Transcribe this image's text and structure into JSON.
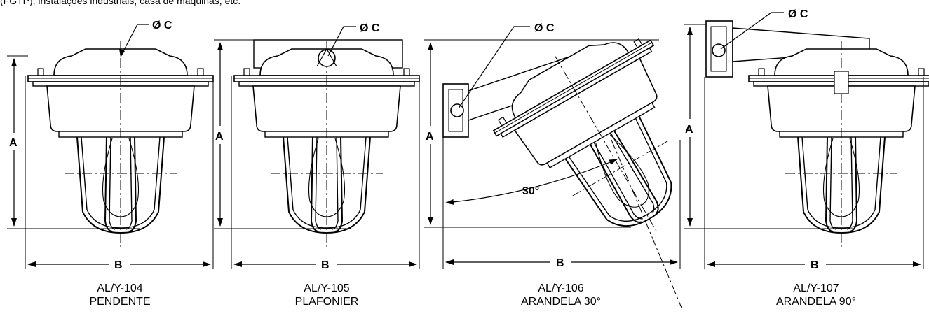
{
  "intro_text": "(FGTP), instalações industriais, casa de máquinas, etc.",
  "dimension_labels": {
    "height": "A",
    "width": "B",
    "diameter": "Ø C",
    "angle": "30°"
  },
  "fixtures": [
    {
      "code": "AL/Y-104",
      "mount": "PENDENTE"
    },
    {
      "code": "AL/Y-105",
      "mount": "PLAFONIER"
    },
    {
      "code": "AL/Y-106",
      "mount": "ARANDELA 30°"
    },
    {
      "code": "AL/Y-107",
      "mount": "ARANDELA 90°"
    }
  ],
  "colors": {
    "line": "#000000",
    "fill": "#ffffff"
  }
}
